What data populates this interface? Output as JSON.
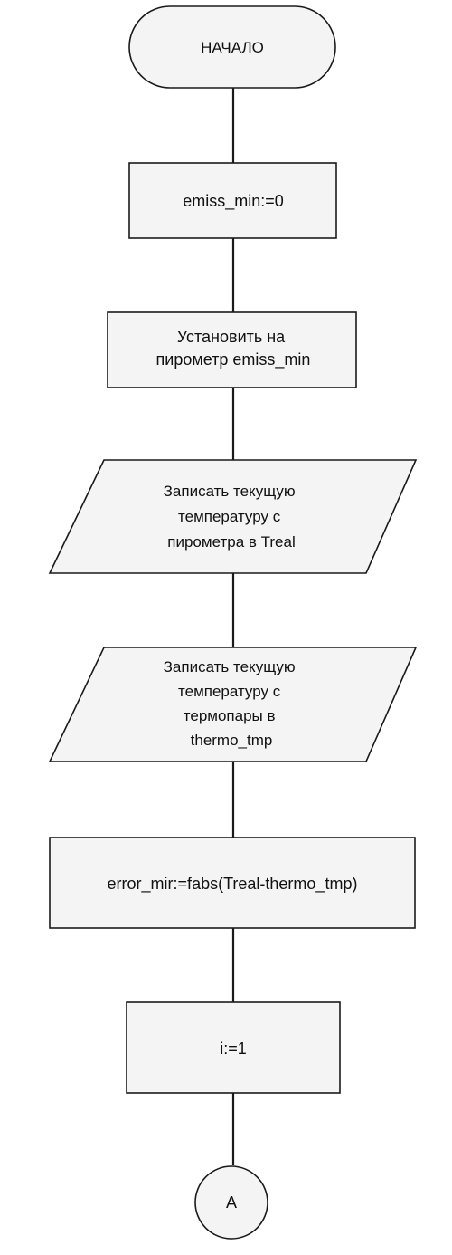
{
  "diagram": {
    "start": {
      "label": "НАЧАЛО"
    },
    "steps": [
      {
        "label": "emiss_min:=0"
      },
      {
        "lines": [
          "Установить на",
          "пирометр emiss_min"
        ]
      },
      {
        "lines": [
          "Записать текущую",
          "температуру с",
          "пирометра в Treal"
        ]
      },
      {
        "lines": [
          "Записать текущую",
          "температуру с",
          "термопары в",
          "thermo_tmp"
        ]
      },
      {
        "label": "error_mir:=fabs(Treal-thermo_tmp)"
      },
      {
        "label": "i:=1"
      }
    ],
    "connector": {
      "label": "A"
    }
  }
}
